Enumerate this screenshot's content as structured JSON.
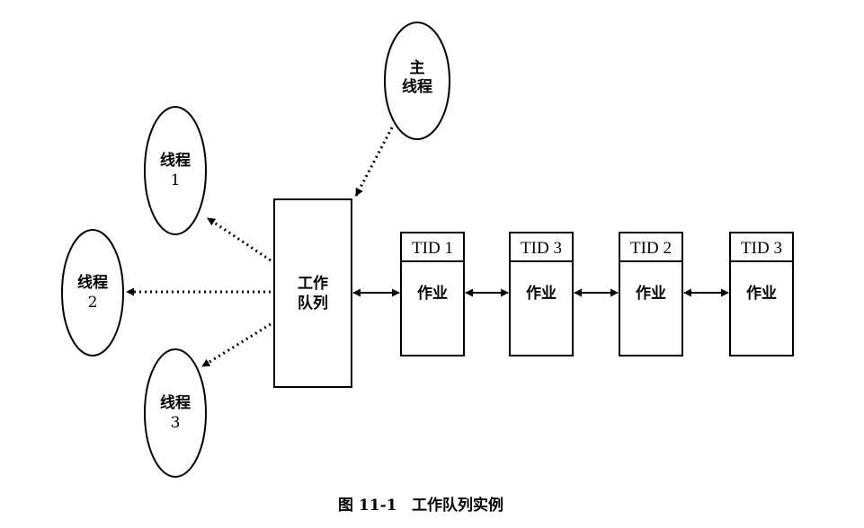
{
  "main_thread": {
    "line1": "主",
    "line2": "线程"
  },
  "work_queue": {
    "line1": "工作",
    "line2": "队列"
  },
  "threads": [
    {
      "label": "线程",
      "number": "1"
    },
    {
      "label": "线程",
      "number": "2"
    },
    {
      "label": "线程",
      "number": "3"
    }
  ],
  "jobs": [
    {
      "tid": "TID 1",
      "label": "作业"
    },
    {
      "tid": "TID 3",
      "label": "作业"
    },
    {
      "tid": "TID 2",
      "label": "作业"
    },
    {
      "tid": "TID 3",
      "label": "作业"
    }
  ],
  "caption": {
    "figure": "图 11-1",
    "title": "工作队列实例"
  }
}
